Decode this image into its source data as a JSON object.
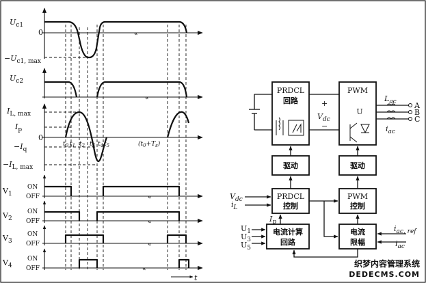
{
  "waveforms": {
    "uc1": "U",
    "uc1_sub": "c1",
    "uc1max_pre": "−U",
    "uc1max_sub": "c1, max",
    "uc2": "U",
    "uc2_sub": "c2",
    "ilmax": "I",
    "ilmax_sub": "L, max",
    "ip": "I",
    "ip_sub": "p",
    "iq_pre": "−I",
    "iq_sub": "q",
    "neg_ilmax_pre": "−I",
    "neg_ilmax_sub": "L, max",
    "zero": "0",
    "t_axis": "t",
    "t0": "t",
    "t0_sub": "0",
    "t1": "t",
    "t1_sub": "1",
    "t2": "t",
    "t2_sub": "2",
    "t3": "t",
    "t3_sub": "3",
    "t4": "t",
    "t4_sub": "4",
    "t5": "t",
    "t5_sub": "5",
    "t0ts": "(t",
    "t0ts_mid": "0",
    "t0ts_plus": "+T",
    "t0ts_sub": "s",
    "t0ts_close": ")",
    "on": "ON",
    "off": "OFF",
    "v1": "V",
    "v1_sub": "1",
    "v2": "V",
    "v2_sub": "2",
    "v3": "V",
    "v3_sub": "3",
    "v4": "V",
    "v4_sub": "4",
    "break_mark": "«"
  },
  "block_diagram": {
    "prdcl_title": "PRDCL",
    "prdcl_sub": "回路",
    "pwm_title": "PWM",
    "vdc": "V",
    "vdc_sub": "dc",
    "plus": "+",
    "minus": "−",
    "u": "U",
    "lac": "L",
    "lac_sub": "ac",
    "phase_a": "A",
    "phase_b": "B",
    "phase_c": "C",
    "iac": "i",
    "iac_sub": "ac",
    "drive1": "驱动",
    "drive2": "驱动",
    "prdcl_ctrl_title": "PRDCL",
    "prdcl_ctrl_sub": "控制",
    "pwm_ctrl_title": "PWM",
    "pwm_ctrl_sub": "控制",
    "in_vdc": "V",
    "in_vdc_sub": "dc",
    "in_il": "i",
    "in_il_sub": "L",
    "ip": "I",
    "ip_sub": "p",
    "calc_title": "电流计算",
    "calc_sub": "回路",
    "limit_title": "电流",
    "limit_sub": "限幅",
    "u1": "U",
    "u1_sub": "1",
    "u3": "U",
    "u3_sub": "3",
    "u5": "U",
    "u5_sub": "5",
    "iacref": "i",
    "iacref_sub": "ac, ref",
    "iac2": "i",
    "iac2_sub": "ac"
  },
  "watermark": {
    "cn": "织梦内容管理系统",
    "en": "DEDECMS.COM"
  }
}
